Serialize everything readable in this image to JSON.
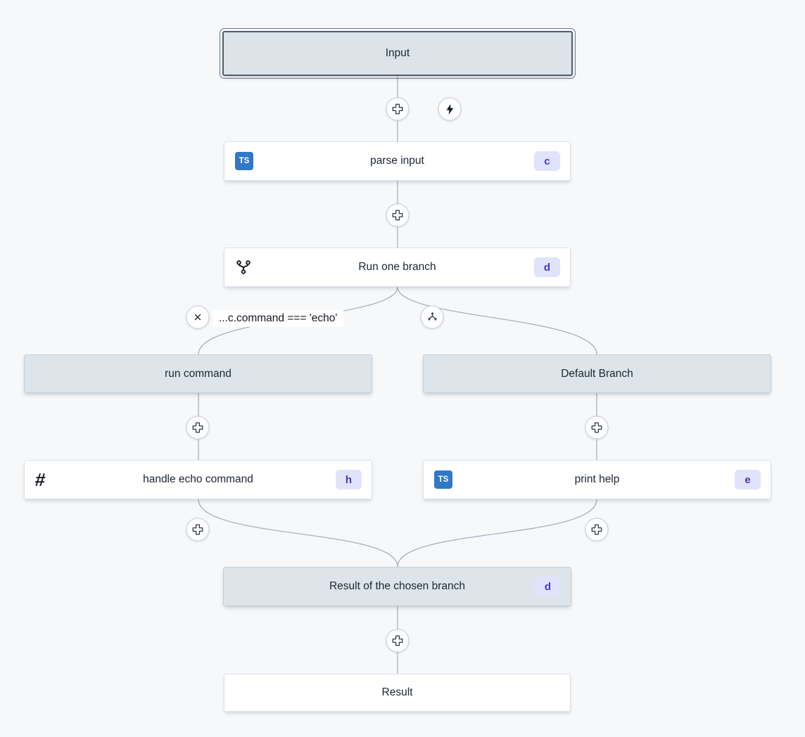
{
  "canvas": {
    "background": "#f6f8fa"
  },
  "colors": {
    "node_gray_bg": "#dee5ea",
    "node_white_bg": "#ffffff",
    "selected_border": "#525e6c",
    "connector": "#a9b2bc",
    "ts_badge_bg": "#3178c6",
    "letter_badge_bg": "#e0e3fb",
    "letter_badge_text": "#4338ca"
  },
  "icons": {
    "ts": "TS",
    "hash": "#"
  },
  "nodes": {
    "input": {
      "label": "Input"
    },
    "parse_input": {
      "label": "parse input",
      "badge": "c"
    },
    "run_one_branch": {
      "label": "Run one branch",
      "badge": "d"
    },
    "branch_condition": {
      "label": "...c.command === 'echo'"
    },
    "run_command": {
      "label": "run command"
    },
    "default_branch": {
      "label": "Default Branch"
    },
    "handle_echo_command": {
      "label": "handle echo command",
      "badge": "h"
    },
    "print_help": {
      "label": "print help",
      "badge": "e"
    },
    "result_of_chosen_branch": {
      "label": "Result of the chosen branch",
      "badge": "d"
    },
    "result": {
      "label": "Result"
    }
  }
}
